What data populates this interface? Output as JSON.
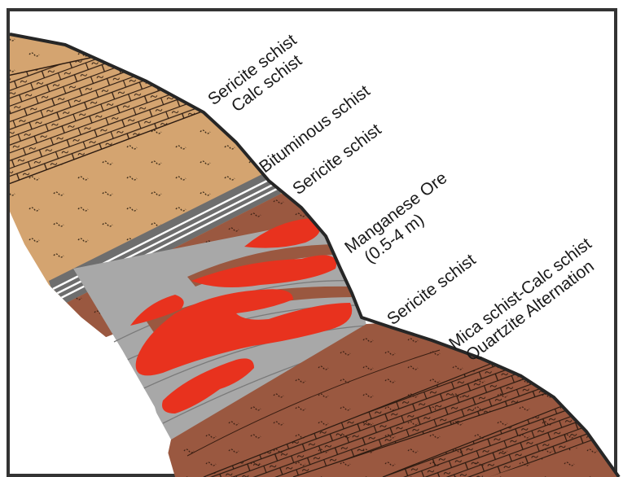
{
  "figure": {
    "labels": [
      {
        "id": "sericite-calc",
        "lines": [
          "Sericite schist",
          "Calc schist"
        ]
      },
      {
        "id": "bituminous",
        "lines": [
          "Bituminous schist"
        ]
      },
      {
        "id": "sericite-upper",
        "lines": [
          "Sericite schist"
        ]
      },
      {
        "id": "manganese",
        "lines": [
          "Manganese Ore",
          "(0.5-4 m)"
        ]
      },
      {
        "id": "sericite-lower",
        "lines": [
          "Sericite schist"
        ]
      },
      {
        "id": "mica-quartzite",
        "lines": [
          "Mica schist-Calc schist",
          "Quartzite Alternation"
        ]
      }
    ]
  },
  "colors": {
    "upper_schist": "#d4a470",
    "lower_schist": "#9a5840",
    "ore": "#e8321e",
    "ore_matrix": "#a8a8a8",
    "bituminous": "#6e6e6e",
    "outline": "#262626",
    "frame": "#333333"
  }
}
